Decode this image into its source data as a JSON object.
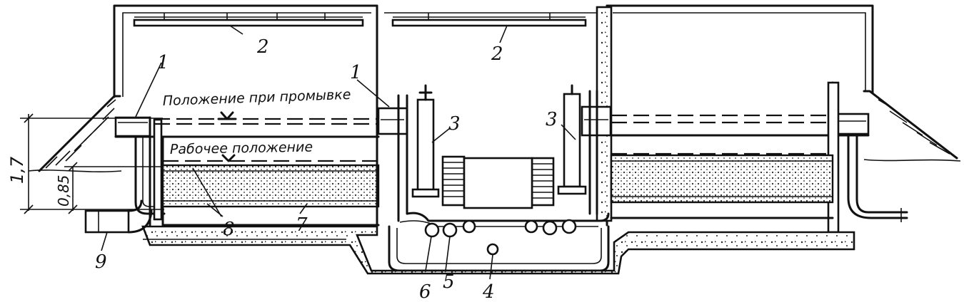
{
  "captions": {
    "wash": "Положение при промывке",
    "work": "Рабочее положение"
  },
  "dimensions": {
    "total": "1,7",
    "part": "0,85"
  },
  "labels": {
    "n1": "1",
    "n2": "2",
    "n3": "3",
    "n4": "4",
    "n5": "5",
    "n6": "6",
    "n7": "7",
    "n8": "8",
    "n9": "9"
  }
}
